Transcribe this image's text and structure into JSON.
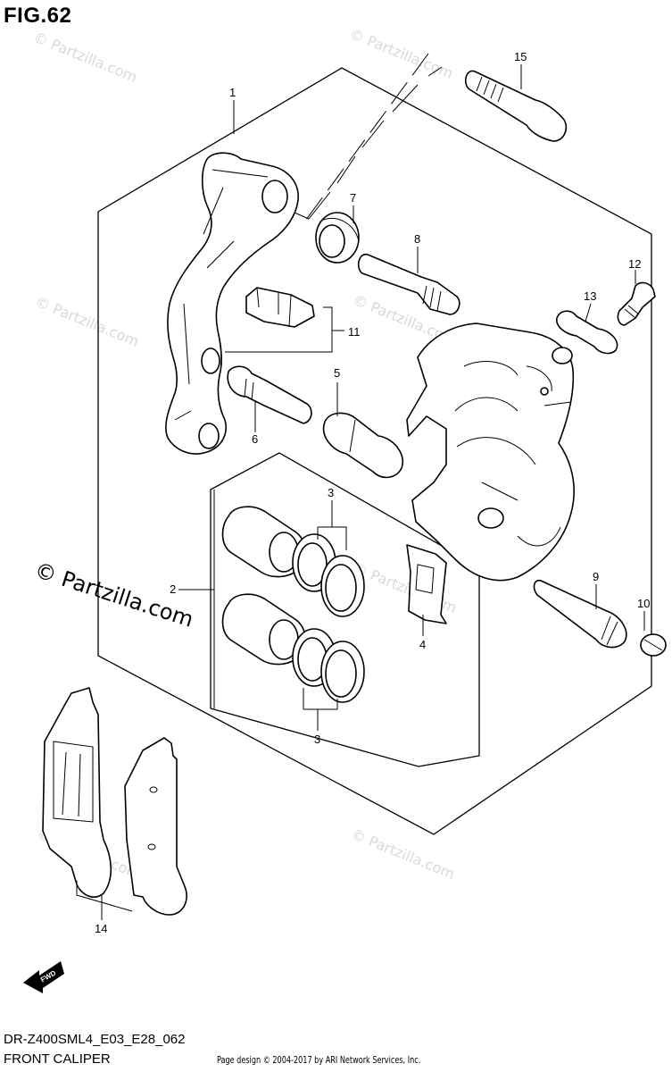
{
  "figure": {
    "title": "FIG.62",
    "model_code": "DR-Z400SML4_E03_E28_062",
    "name": "FRONT CALIPER"
  },
  "watermark": {
    "main": "© Partzilla.com",
    "faint": "© Partzilla.com"
  },
  "footer": {
    "credit": "Page design © 2004-2017 by ARI Network Services, Inc."
  },
  "fwd_label": "FWD",
  "parts": [
    {
      "ref": "1"
    },
    {
      "ref": "2"
    },
    {
      "ref": "3"
    },
    {
      "ref": "3"
    },
    {
      "ref": "4"
    },
    {
      "ref": "5"
    },
    {
      "ref": "6"
    },
    {
      "ref": "7"
    },
    {
      "ref": "8"
    },
    {
      "ref": "9"
    },
    {
      "ref": "10"
    },
    {
      "ref": "11"
    },
    {
      "ref": "12"
    },
    {
      "ref": "13"
    },
    {
      "ref": "14"
    },
    {
      "ref": "15"
    }
  ],
  "colors": {
    "line": "#000000",
    "watermark": "#d9d9d9",
    "background": "#ffffff"
  }
}
